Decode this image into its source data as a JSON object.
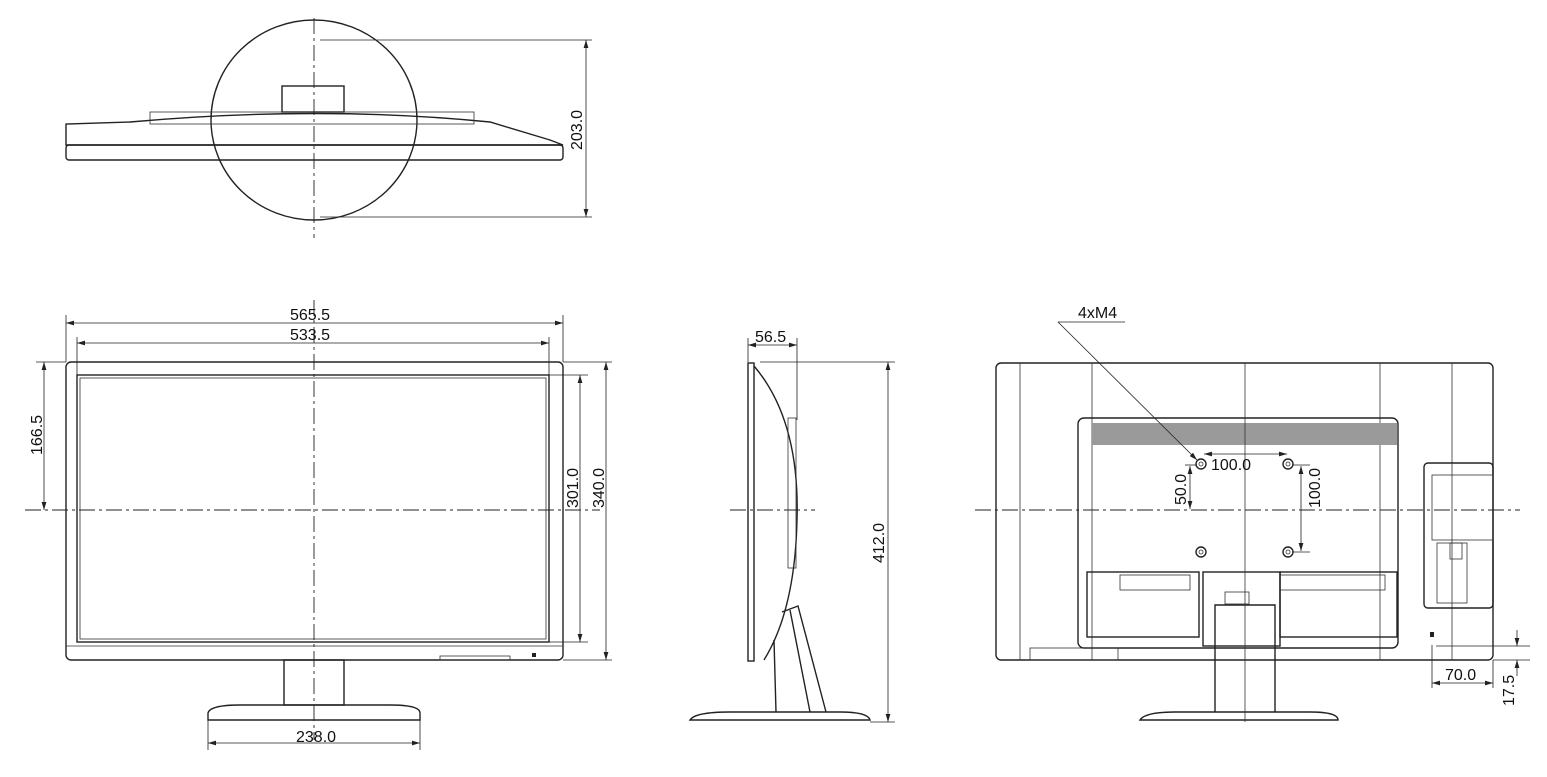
{
  "drawing": {
    "top_view": {
      "depth_label": "203.0"
    },
    "front_view": {
      "overall_width_label": "565.5",
      "screen_width_label": "533.5",
      "center_height_label": "166.5",
      "screen_height_label": "301.0",
      "panel_height_label": "340.0",
      "base_width_label": "238.0"
    },
    "side_view": {
      "panel_depth_label": "56.5",
      "total_height_label": "412.0"
    },
    "rear_view": {
      "screw_label": "4xM4",
      "vesa_horizontal_label": "100.0",
      "vesa_vertical_label": "100.0",
      "vesa_offset_label": "50.0",
      "lock_offset_x_label": "70.0",
      "lock_offset_y_label": "17.5"
    }
  }
}
